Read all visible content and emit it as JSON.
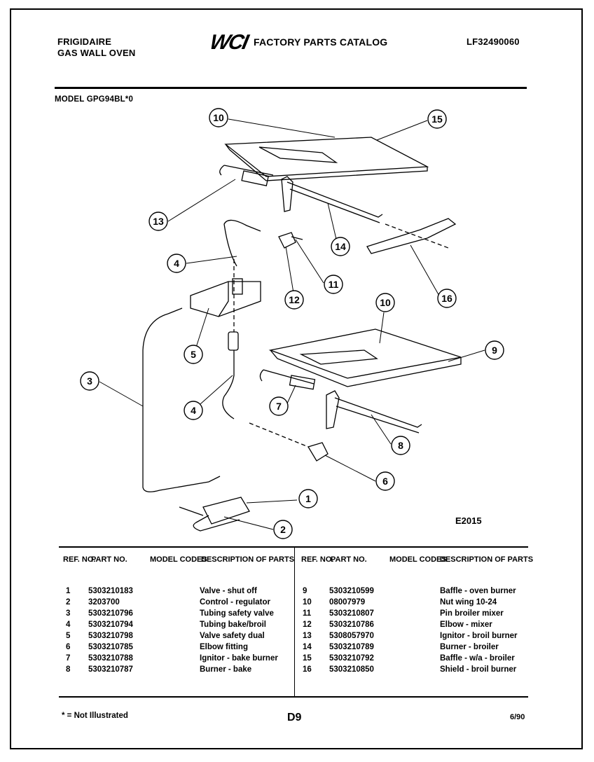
{
  "header": {
    "brand_line1": "FRIGIDAIRE",
    "brand_line2": "GAS WALL OVEN",
    "logo_text": "WCI",
    "catalog_title": "FACTORY PARTS CATALOG",
    "catalog_number": "LF32490060",
    "model_label": "MODEL GPG94BL*0"
  },
  "diagram": {
    "figure_code": "E2015",
    "callouts": [
      "10",
      "15",
      "13",
      "14",
      "4",
      "11",
      "12",
      "16",
      "10",
      "9",
      "5",
      "3",
      "7",
      "4",
      "8",
      "6",
      "1",
      "2"
    ]
  },
  "table": {
    "headers": {
      "ref_no": "REF. NO.",
      "part_no": "PART NO.",
      "model_codes": "MODEL CODES",
      "description": "DESCRIPTION OF PARTS"
    },
    "left_rows": [
      {
        "ref": "1",
        "part": "5303210183",
        "codes": "",
        "desc": "Valve - shut off"
      },
      {
        "ref": "2",
        "part": "3203700",
        "codes": "",
        "desc": "Control - regulator"
      },
      {
        "ref": "3",
        "part": "5303210796",
        "codes": "",
        "desc": "Tubing safety valve"
      },
      {
        "ref": "4",
        "part": "5303210794",
        "codes": "",
        "desc": "Tubing bake/broil"
      },
      {
        "ref": "5",
        "part": "5303210798",
        "codes": "",
        "desc": "Valve safety dual"
      },
      {
        "ref": "6",
        "part": "5303210785",
        "codes": "",
        "desc": "Elbow fitting"
      },
      {
        "ref": "7",
        "part": "5303210788",
        "codes": "",
        "desc": "Ignitor - bake burner"
      },
      {
        "ref": "8",
        "part": "5303210787",
        "codes": "",
        "desc": "Burner - bake"
      }
    ],
    "right_rows": [
      {
        "ref": "9",
        "part": "5303210599",
        "codes": "",
        "desc": "Baffle - oven burner"
      },
      {
        "ref": "10",
        "part": "08007979",
        "codes": "",
        "desc": "Nut wing 10-24"
      },
      {
        "ref": "11",
        "part": "5303210807",
        "codes": "",
        "desc": "Pin broiler mixer"
      },
      {
        "ref": "12",
        "part": "5303210786",
        "codes": "",
        "desc": "Elbow - mixer"
      },
      {
        "ref": "13",
        "part": "5308057970",
        "codes": "",
        "desc": "Ignitor - broil burner"
      },
      {
        "ref": "14",
        "part": "5303210789",
        "codes": "",
        "desc": "Burner - broiler"
      },
      {
        "ref": "15",
        "part": "5303210792",
        "codes": "",
        "desc": "Baffle - w/a - broiler"
      },
      {
        "ref": "16",
        "part": "5303210850",
        "codes": "",
        "desc": "Shield - broil burner"
      }
    ]
  },
  "footer": {
    "note": "* = Not Illustrated",
    "page": "D9",
    "date": "6/90"
  }
}
